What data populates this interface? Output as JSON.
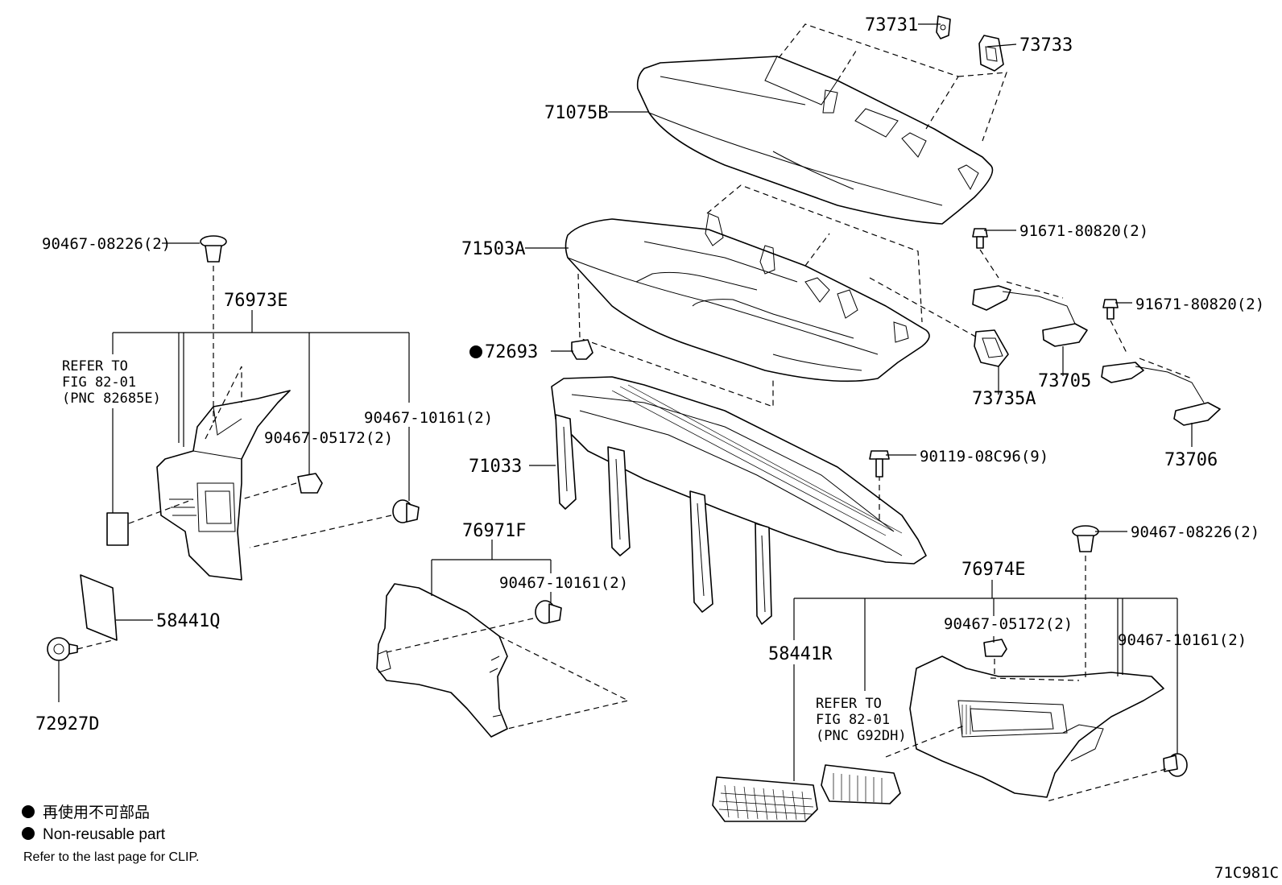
{
  "parts": {
    "p73731": "73731",
    "p73733": "73733",
    "p71075B": "71075B",
    "p71503A": "71503A",
    "p91671a": "91671-80820(2)",
    "p91671b": "91671-80820(2)",
    "p72693": "72693",
    "p73735A": "73735A",
    "p73705": "73705",
    "p73706": "73706",
    "p71033": "71033",
    "p90119": "90119-08C96(9)",
    "p90467_08226a": "90467-08226(2)",
    "p90467_08226b": "90467-08226(2)",
    "p76973E": "76973E",
    "p90467_05172a": "90467-05172(2)",
    "p90467_10161a": "90467-10161(2)",
    "p58441Q": "58441Q",
    "p72927D": "72927D",
    "p76971F": "76971F",
    "p90467_10161b": "90467-10161(2)",
    "p76974E": "76974E",
    "p90467_05172b": "90467-05172(2)",
    "p90467_10161c": "90467-10161(2)",
    "p58441R": "58441R"
  },
  "refs": {
    "left": [
      "REFER TO",
      "FIG 82-01",
      "(PNC 82685E)"
    ],
    "right": [
      "REFER TO",
      "FIG 82-01",
      "(PNC G92DH)"
    ]
  },
  "legend": {
    "japanese": "再使用不可部品",
    "english": "Non-reusable part",
    "clip_note": "Refer to the last page for CLIP."
  },
  "figure_code": "71C981C"
}
